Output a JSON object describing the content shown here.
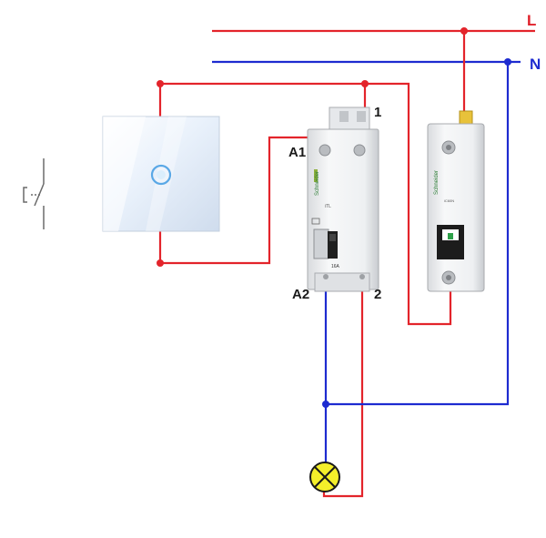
{
  "colors": {
    "phase": "#e3242b",
    "neutral": "#1d2bd0",
    "lamp": "#f4ef2a",
    "device_body": "#f3f4f6"
  },
  "lines": {
    "phase_label": "L",
    "neutral_label": "N"
  },
  "relay": {
    "terminal_top": "1",
    "terminal_coil_in": "A1",
    "terminal_coil_out": "A2",
    "terminal_bottom": "2",
    "brand": "Schneider",
    "model": "iTL",
    "rating": "16A"
  },
  "breaker": {
    "brand": "Schneider",
    "model": "iC60N"
  },
  "icons": {
    "switch_symbol": "pushbutton-symbol-icon",
    "touch_switch": "touch-switch-icon",
    "lamp": "lamp-icon"
  }
}
